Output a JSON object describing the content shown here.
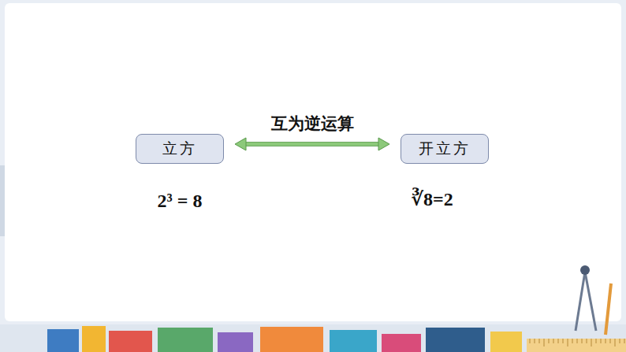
{
  "diagram": {
    "nodes": [
      {
        "text": [
          "立方"
        ]
      },
      {
        "text": [
          "开立方"
        ]
      }
    ],
    "edges": [
      {
        "from": 0,
        "to": 1,
        "arrow": "both",
        "label": "互为逆运算"
      }
    ],
    "labels": [
      "2³ = 8",
      "∛8=2"
    ]
  }
}
